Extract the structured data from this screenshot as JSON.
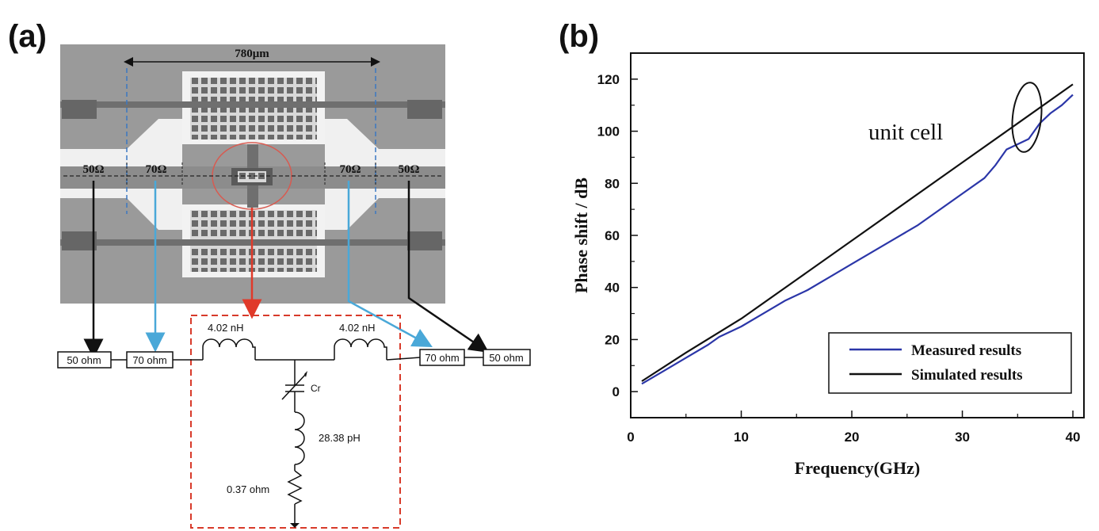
{
  "panel_a": {
    "label": "(a)",
    "chip": {
      "dimension_label": "780μm",
      "segments": [
        "50Ω",
        "70Ω",
        "70Ω",
        "50Ω"
      ]
    },
    "circuit": {
      "boxes": [
        "50 ohm",
        "70 ohm",
        "70 ohm",
        "50 ohm"
      ],
      "inductor_left": "4.02 nH",
      "inductor_right": "4.02 nH",
      "capacitor": "Cr",
      "inductor_shunt": "28.38 pH",
      "resistor": "0.37 ohm"
    },
    "colors": {
      "arrow_black": "#111111",
      "arrow_blue": "#4aa8d8",
      "arrow_red": "#e03a2a",
      "box_dashed": "#d83a2a"
    }
  },
  "panel_b": {
    "label": "(b)",
    "annotation": "unit cell"
  },
  "chart_data": {
    "type": "line",
    "title": "",
    "xlabel": "Frequency(GHz)",
    "ylabel": "Phase shift / dB",
    "xlim": [
      0,
      41
    ],
    "ylim": [
      -10,
      130
    ],
    "xticks": [
      0,
      10,
      20,
      30,
      40
    ],
    "yticks": [
      0,
      20,
      40,
      60,
      80,
      100,
      120
    ],
    "grid": false,
    "legend_position": "bottom-right",
    "series": [
      {
        "name": "Measured results",
        "color": "#2b36a8",
        "x": [
          1,
          3,
          5,
          7,
          8,
          10,
          12,
          14,
          16,
          18,
          20,
          22,
          24,
          26,
          28,
          30,
          32,
          33,
          34,
          35,
          36,
          37,
          38,
          39,
          40
        ],
        "y": [
          3,
          8,
          13,
          18,
          21,
          25,
          30,
          35,
          39,
          44,
          49,
          54,
          59,
          64,
          70,
          76,
          82,
          87,
          93,
          95,
          97,
          103,
          107,
          110,
          114
        ]
      },
      {
        "name": "Simulated results",
        "color": "#111111",
        "x": [
          1,
          5,
          10,
          15,
          20,
          25,
          30,
          35,
          40
        ],
        "y": [
          4,
          15,
          28,
          43,
          58,
          73,
          88,
          103,
          118
        ]
      }
    ]
  }
}
